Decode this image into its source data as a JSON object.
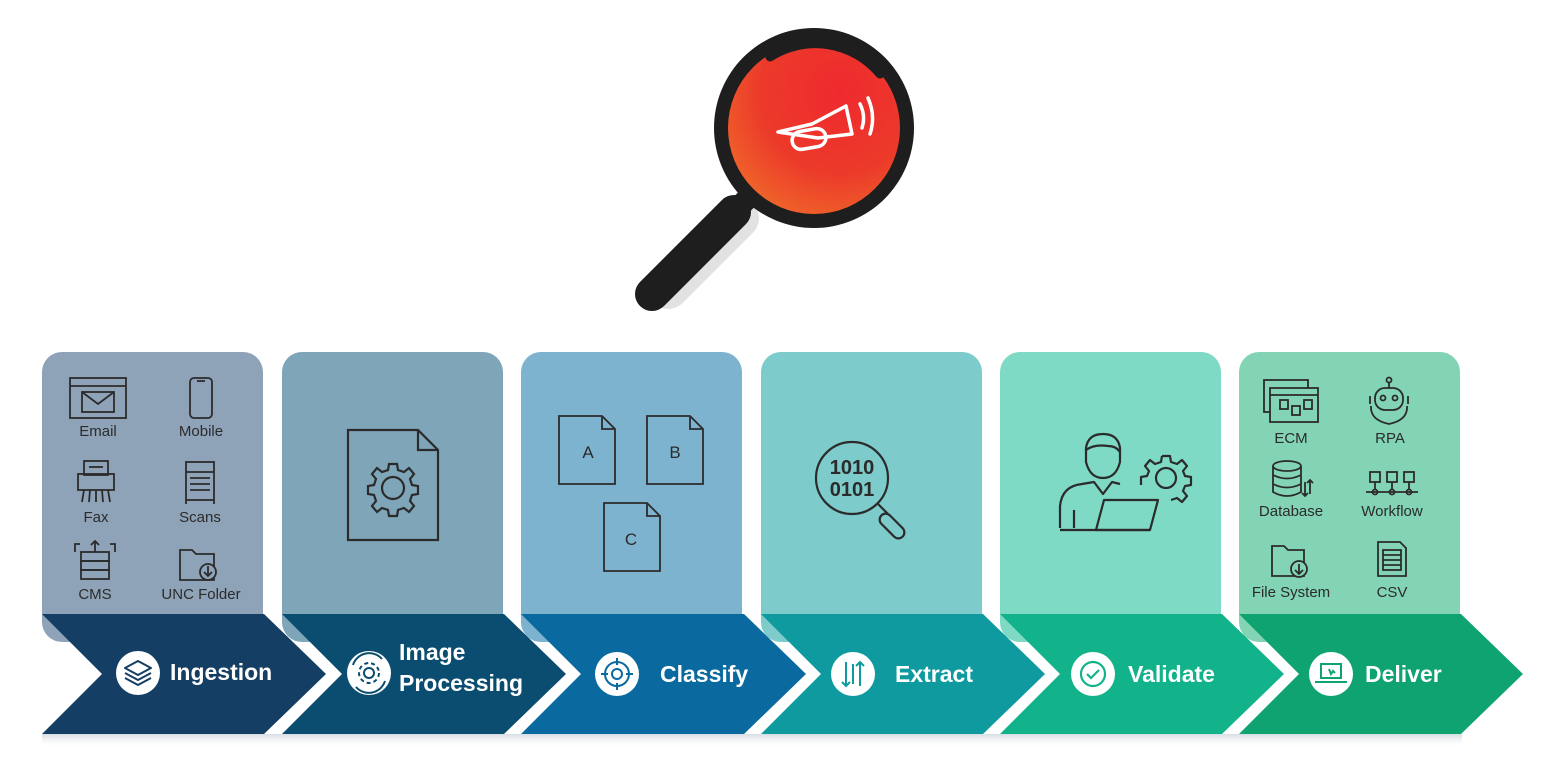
{
  "ingestion": {
    "label": "Ingestion",
    "sources": [
      "Email",
      "Mobile",
      "Fax",
      "Scans",
      "CMS",
      "UNC Folder"
    ]
  },
  "image_processing": {
    "label_line1": "Image",
    "label_line2": "Processing"
  },
  "classify": {
    "label": "Classify",
    "docs": [
      "A",
      "B",
      "C"
    ]
  },
  "extract": {
    "label": "Extract",
    "binary_line1": "1010",
    "binary_line2": "0101"
  },
  "validate": {
    "label": "Validate"
  },
  "deliver": {
    "label": "Deliver",
    "targets": [
      "ECM",
      "RPA",
      "Database",
      "Workflow",
      "File System",
      "CSV"
    ]
  },
  "colors": {
    "panel_ingestion": "#8fa3b8",
    "panel_image": "#7fa5b9",
    "panel_classify": "#7db3cf",
    "panel_extract": "#7dcbcb",
    "panel_validate": "#7ed9c5",
    "panel_deliver": "#82d4b5",
    "chevron_ingestion": "#143e63",
    "chevron_image": "#0b4d70",
    "chevron_classify": "#0a6a9f",
    "chevron_extract": "#0f9aa0",
    "chevron_validate": "#12b38a",
    "chevron_deliver": "#0fa372",
    "magnifier_lens": "#e8352a",
    "magnifier_handle": "#1d1d1d"
  }
}
